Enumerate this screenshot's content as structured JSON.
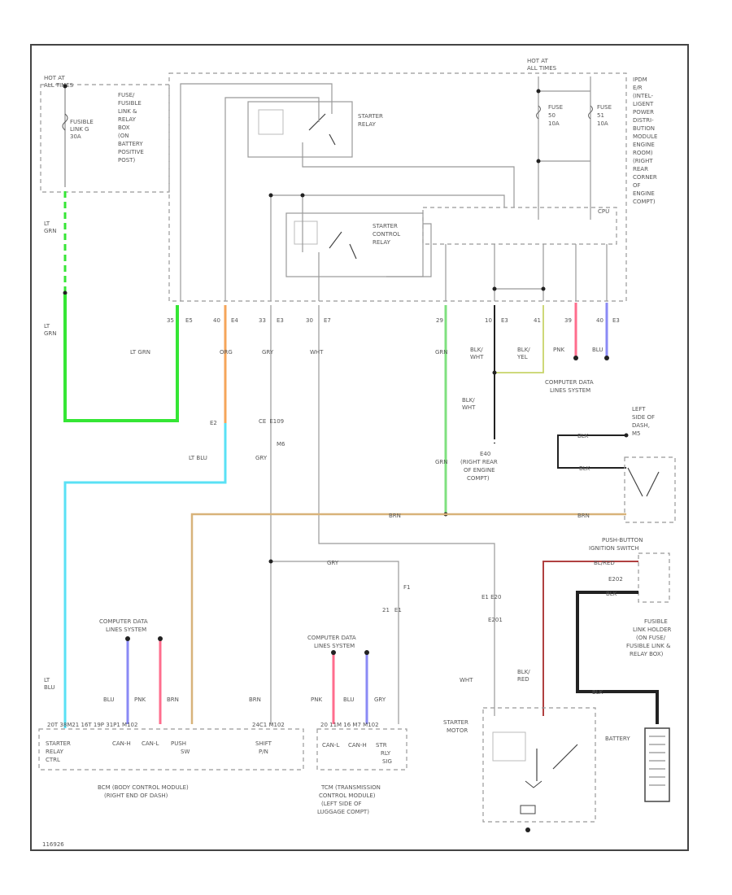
{
  "colors": {
    "lt_grn": "#35e635",
    "org": "#f5a55a",
    "lt_blu": "#5ae1f5",
    "brn": "#d8b37a",
    "grn": "#7fe07f",
    "pnk": "#ff6d8d",
    "blu": "#8a8af5",
    "yel": "#c8d46a",
    "red": "#b04040",
    "blk": "#222222",
    "gray": "#9a9a9a"
  },
  "labels": {
    "hot_all_times": [
      "HOT AT",
      "ALL TIMES"
    ],
    "fuse_box": [
      "FUSE/",
      "FUSIBLE",
      "LINK &",
      "RELAY",
      "BOX",
      "(ON",
      "BATTERY",
      "POSITIVE",
      "POST)"
    ],
    "fusible_link": [
      "FUSIBLE",
      "LINK G",
      "30A"
    ],
    "starter_relay": [
      "STARTER",
      "RELAY"
    ],
    "starter_control_relay": [
      "STARTER",
      "CONTROL",
      "RELAY"
    ],
    "hot_all_times_right": [
      "HOT AT",
      "ALL TIMES"
    ],
    "fuse_50": [
      "FUSE",
      "50",
      "10A"
    ],
    "fuse_51": [
      "FUSE",
      "51",
      "10A"
    ],
    "ipdm": [
      "IPDM",
      "E/R",
      "(INTEL-",
      "LIGENT",
      "POWER",
      "DISTRI-",
      "BUTION",
      "MODULE",
      "ENGINE",
      "ROOM)",
      "(RIGHT",
      "REAR",
      "CORNER",
      "OF",
      "ENGINE",
      "COMPT)"
    ],
    "cpu": "CPU",
    "pins": [
      "35",
      "E5",
      "40",
      "E4",
      "33",
      "E3",
      "30",
      "E7",
      "29",
      "10",
      "E3",
      "41",
      "39",
      "40",
      "E3"
    ],
    "lt_grn_a": [
      "LT",
      "GRN"
    ],
    "lt_grn_b": [
      "LT",
      "GRN"
    ],
    "w_lt_grn": "LT GRN",
    "w_org": "ORG",
    "w_gry": "GRY",
    "w_wht": "WHT",
    "w_grn": "GRN",
    "w_blk_wht": [
      "BLK/",
      "WHT"
    ],
    "w_blk_yel": [
      "BLK/",
      "YEL"
    ],
    "w_pnk": "PNK",
    "w_blu": "BLU",
    "computer_data_right": [
      "COMPUTER DATA",
      "LINES SYSTEM"
    ],
    "left_side_dash": [
      "LEFT",
      "SIDE OF",
      "DASH,",
      "M5"
    ],
    "w_blk_top": "BLK",
    "w_blk_mid": "BLK",
    "blk_wht_ground": [
      "BLK/",
      "WHT"
    ],
    "e40": [
      "E40",
      "(RIGHT REAR",
      "OF ENGINE",
      "COMPT)"
    ],
    "connector_a": "E2",
    "connector_b": [
      "CE",
      "E109"
    ],
    "connector_c": "M6",
    "w_lt_blu": "LT BLU",
    "w_gry_b": "GRY",
    "w_grn_b": "GRN",
    "w_brn_a": "BRN",
    "w_brn_b": "BRN",
    "push_button": [
      "PUSH-BUTTON",
      "IGNITION SWITCH"
    ],
    "bl_red": "BL/RED",
    "e202": "E202",
    "w_blk_c": "BLK",
    "fusible_link_holder": [
      "FUSIBLE",
      "LINK HOLDER",
      "(ON FUSE/",
      "FUSIBLE LINK &",
      "RELAY BOX)"
    ],
    "w_gry_c": "GRY",
    "f1": "F1",
    "pins_b": [
      "21",
      "E1"
    ],
    "e220": [
      "E1 E20",
      "E201"
    ],
    "computer_data_left": [
      "COMPUTER DATA",
      "LINES SYSTEM"
    ],
    "computer_data_mid": [
      "COMPUTER DATA",
      "LINES SYSTEM"
    ],
    "w_wht_b": "WHT",
    "w_blk_red": [
      "BLK/",
      "RED"
    ],
    "w_blk_d": "BLK",
    "lt_blu_bottom": [
      "LT",
      "BLU"
    ],
    "w_blu_a": "BLU",
    "w_pnk_a": "PNK",
    "w_brn_c": "BRN",
    "w_brn_d": "BRN",
    "w_pnk_b": "PNK",
    "w_blu_b": "BLU",
    "w_gry_d": "GRY",
    "bcm_pins": "20T  38M21  16T  19P  31P1  M102",
    "tcm_pins": "24C1  M102",
    "tcm_pins_b": "20  11M  16  M7  M102",
    "bcm_cells": [
      "STARTER",
      "RELAY",
      "CTRL",
      "CAN-H",
      "CAN-L",
      "PUSH",
      "SW",
      "SHIFT",
      "P/N"
    ],
    "tcm_cells": [
      "CAN-L",
      "CAN-H",
      "STR",
      "RLY",
      "SIG"
    ],
    "bcm": [
      "BCM (BODY CONTROL MODULE)",
      "(RIGHT END OF DASH)"
    ],
    "tcm": [
      "TCM (TRANSMISSION",
      "CONTROL MODULE)",
      "(LEFT SIDE OF",
      "LUGGAGE COMPT)"
    ],
    "starter_motor": [
      "STARTER",
      "MOTOR"
    ],
    "battery": "BATTERY",
    "diagram_id": "116926"
  }
}
